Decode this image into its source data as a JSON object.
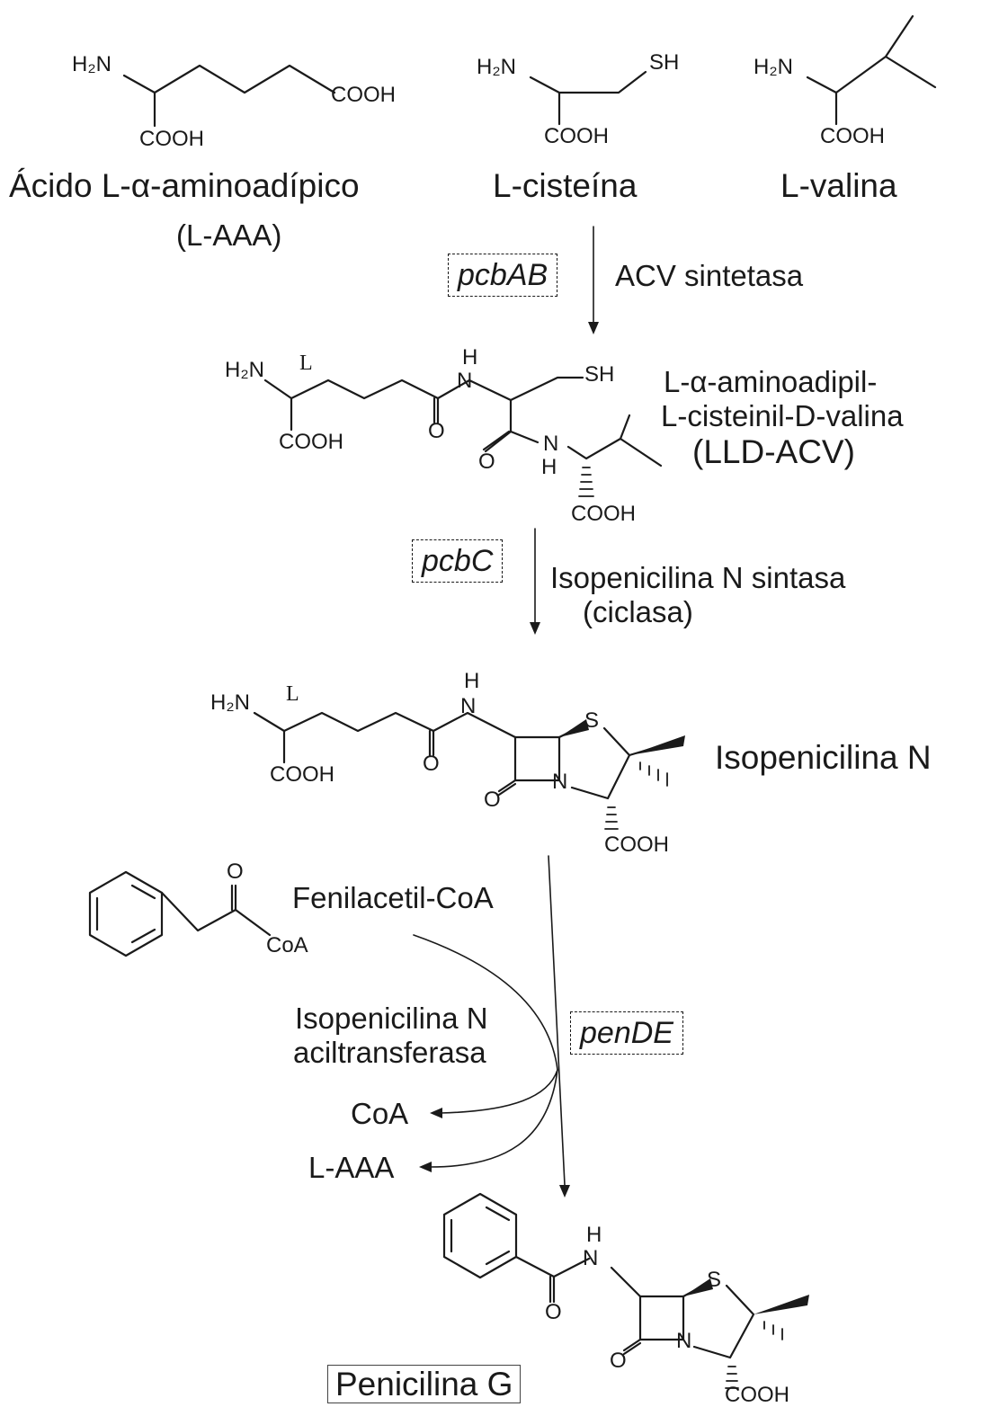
{
  "compounds": {
    "laaa": {
      "name": "Ácido L-α-aminoadípico",
      "abbr": "(L-AAA)"
    },
    "cys": {
      "name": "L-cisteína"
    },
    "val": {
      "name": "L-valina"
    },
    "acv": {
      "line1": "L-α-aminoadipil-",
      "line2": "L-cisteinil-D-valina",
      "line3": "(LLD-ACV)"
    },
    "ipn": {
      "name": "Isopenicilina N"
    },
    "phenylacetyl": {
      "name": "Fenilacetil-CoA"
    },
    "coa_out": {
      "name": "CoA"
    },
    "laaa_out": {
      "name": "L-AAA"
    },
    "penG": {
      "name": "Penicilina G"
    }
  },
  "steps": [
    {
      "gene": "pcbAB",
      "enzyme_line1": "ACV sintetasa",
      "enzyme_line2": ""
    },
    {
      "gene": "pcbC",
      "enzyme_line1": "Isopenicilina N sintasa",
      "enzyme_line2": "(ciclasa)"
    },
    {
      "gene": "penDE",
      "enzyme_line1": "Isopenicilina N",
      "enzyme_line2": "aciltransferasa"
    }
  ],
  "atoms": {
    "h2n": "H₂N",
    "cooh": "COOH",
    "sh": "SH",
    "h": "H",
    "o": "O",
    "n": "N",
    "s": "S",
    "l": "L",
    "coa": "CoA"
  },
  "colors": {
    "ink": "#1a1a1a",
    "box": "#444444"
  }
}
